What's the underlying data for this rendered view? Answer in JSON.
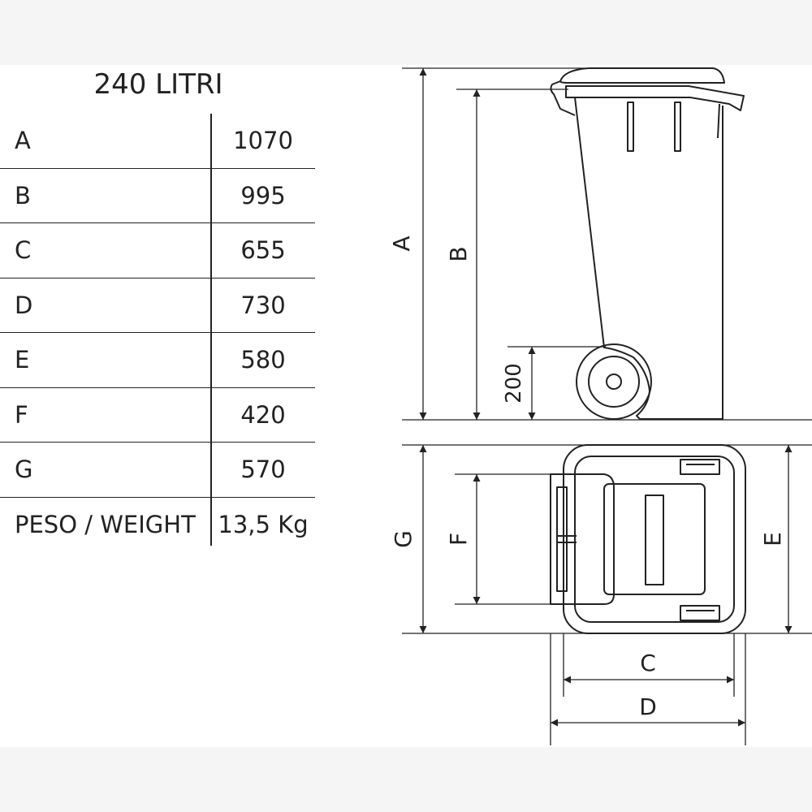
{
  "title": "240 LITRI",
  "table": [
    {
      "label": "A",
      "value": "1070"
    },
    {
      "label": "B",
      "value": "995"
    },
    {
      "label": "C",
      "value": "655"
    },
    {
      "label": "D",
      "value": "730"
    },
    {
      "label": "E",
      "value": "580"
    },
    {
      "label": "F",
      "value": "420"
    },
    {
      "label": "G",
      "value": "570"
    },
    {
      "label": "PESO / WEIGHT",
      "value": "13,5 Kg"
    }
  ],
  "dimensions": {
    "A": "A",
    "B": "B",
    "wheel_height": "200",
    "C": "C",
    "D": "D",
    "E": "E",
    "F": "F",
    "G": "G"
  },
  "colors": {
    "line": "#222222",
    "background": "#ffffff",
    "band": "#f5f5f5"
  }
}
